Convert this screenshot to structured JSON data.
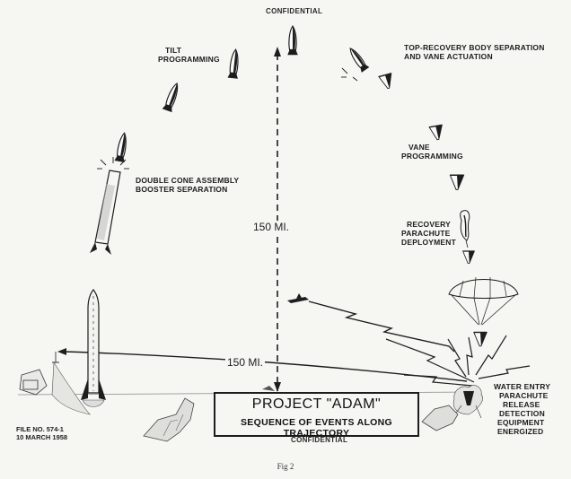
{
  "stamps": {
    "top": "CONFIDENTIAL",
    "bottom": "CONFIDENTIAL"
  },
  "labels": {
    "tilt": [
      "TILT",
      "PROGRAMMING"
    ],
    "booster": [
      "DOUBLE CONE ASSEMBLY",
      "BOOSTER SEPARATION"
    ],
    "top_recovery": [
      "TOP-RECOVERY BODY SEPARATION",
      "AND VANE ACTUATION"
    ],
    "vane": [
      "VANE",
      "PROGRAMMING"
    ],
    "parachute": [
      "RECOVERY",
      "PARACHUTE",
      "DEPLOYMENT"
    ],
    "water": [
      "WATER ENTRY",
      "PARACHUTE",
      "RELEASE",
      "DETECTION",
      "EQUIPMENT",
      "ENERGIZED"
    ]
  },
  "distances": {
    "altitude": "150 MI.",
    "range": "150 MI."
  },
  "title": {
    "line1": "PROJECT \"ADAM\"",
    "line2": "SEQUENCE OF EVENTS ALONG TRAJECTORY"
  },
  "file_info": {
    "line1": "FILE NO. 574-1",
    "line2": "10 MARCH 1958"
  },
  "figure_caption": "Fig 2",
  "colors": {
    "ink": "#1d1d1d",
    "paper": "#f6f6f3"
  }
}
